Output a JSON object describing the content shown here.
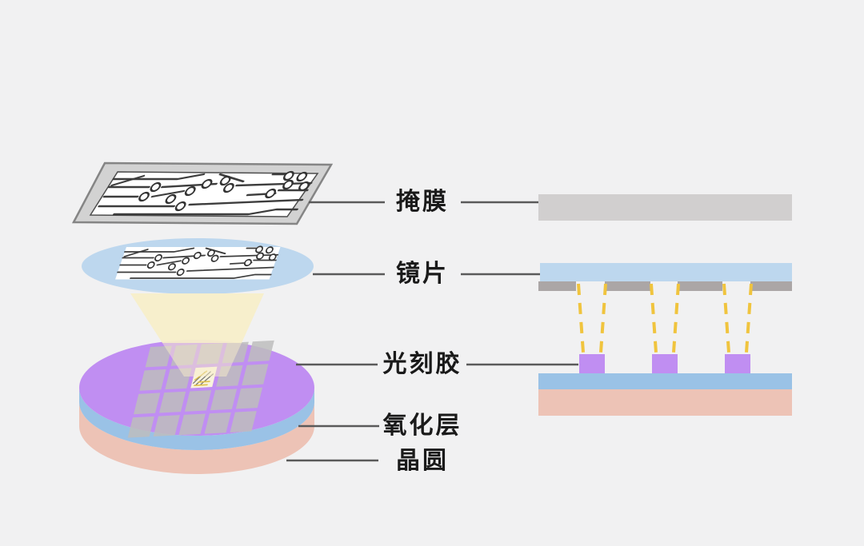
{
  "figure": {
    "title": "photolithography-exposure-process-diagram",
    "labels": {
      "mask": "掩膜",
      "lens": "镜片",
      "photoresist": "光刻胶",
      "oxide_layer": "氧化层",
      "wafer": "晶圆"
    },
    "colors": {
      "background": "#f1f1f2",
      "mask_frame_gray": "#d2d2d2",
      "mask_frame_edge": "#858585",
      "mask_bar_gray": "#d1cfcf",
      "lens_blue": "#bdd7ee",
      "mask_strip_gray": "#aba6a6",
      "light_beam_yellow": "#f7eec9",
      "light_ray_yellow": "#f0c43e",
      "photoresist_purple": "#c08ef2",
      "oxide_blue": "#9ac2e6",
      "wafer_pink": "#edc3b6",
      "die_gray": "#bdbdbd",
      "leader_line_gray": "#5a5a5a",
      "circuit_line_dark": "#3d3d3d"
    }
  }
}
